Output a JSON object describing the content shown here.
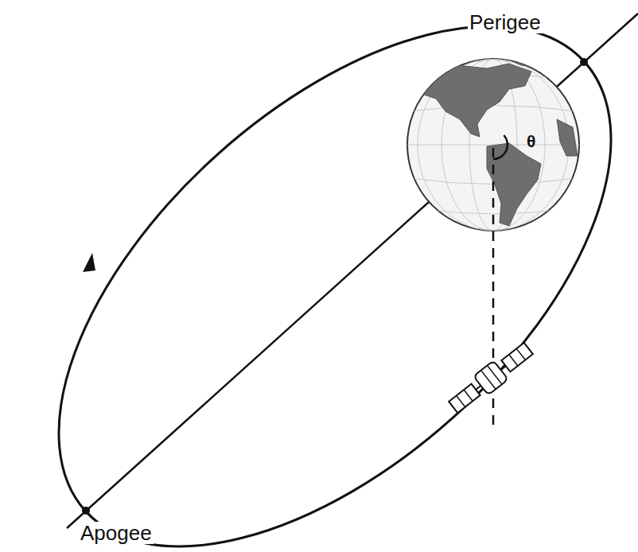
{
  "diagram": {
    "labels": [
      "Perigee",
      "Apogee",
      "θ"
    ]
  }
}
